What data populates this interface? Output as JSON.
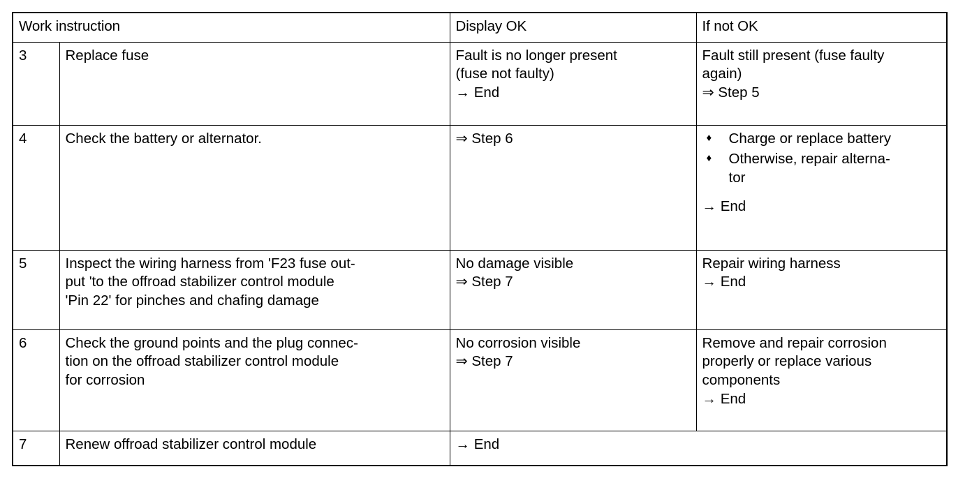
{
  "table": {
    "headers": {
      "work_instruction": "Work instruction",
      "display_ok": "Display OK",
      "if_not_ok": "If not OK"
    },
    "glyphs": {
      "single_arrow": "→",
      "double_arrow": "⇒",
      "bullet_diamond": "♦"
    },
    "rows": [
      {
        "step": "3",
        "work_instruction": "Replace fuse",
        "display_ok": {
          "lines": [
            "Fault is no longer present",
            "(fuse not faulty)",
            "→ End"
          ]
        },
        "if_not_ok": {
          "lines": [
            "Fault still present (fuse faulty",
            "again)",
            "⇒ Step 5"
          ]
        }
      },
      {
        "step": "4",
        "work_instruction": "Check the battery or alternator.",
        "display_ok": {
          "lines": [
            "⇒ Step 6"
          ]
        },
        "if_not_ok": {
          "bullets": [
            "Charge or replace battery",
            "Otherwise, repair alterna-\ntor"
          ],
          "trailing": "→ End"
        }
      },
      {
        "step": "5",
        "work_instruction": "Inspect the wiring harness from 'F23 fuse out-\nput 'to the offroad stabilizer control module\n'Pin 22' for pinches and chafing damage",
        "display_ok": {
          "lines": [
            "No damage visible",
            "⇒ Step 7"
          ]
        },
        "if_not_ok": {
          "lines": [
            "Repair wiring harness",
            "→ End"
          ]
        }
      },
      {
        "step": "6",
        "work_instruction": "Check the ground points and the plug connec-\ntion on the offroad stabilizer control module\nfor corrosion",
        "display_ok": {
          "lines": [
            "No corrosion visible",
            "⇒ Step 7"
          ]
        },
        "if_not_ok": {
          "lines": [
            "Remove and repair corrosion",
            "properly or replace various",
            "components",
            "→ End"
          ]
        }
      },
      {
        "step": "7",
        "work_instruction": "Renew offroad stabilizer control module",
        "display_ok": {
          "lines": [
            "→ End"
          ]
        }
      }
    ]
  }
}
